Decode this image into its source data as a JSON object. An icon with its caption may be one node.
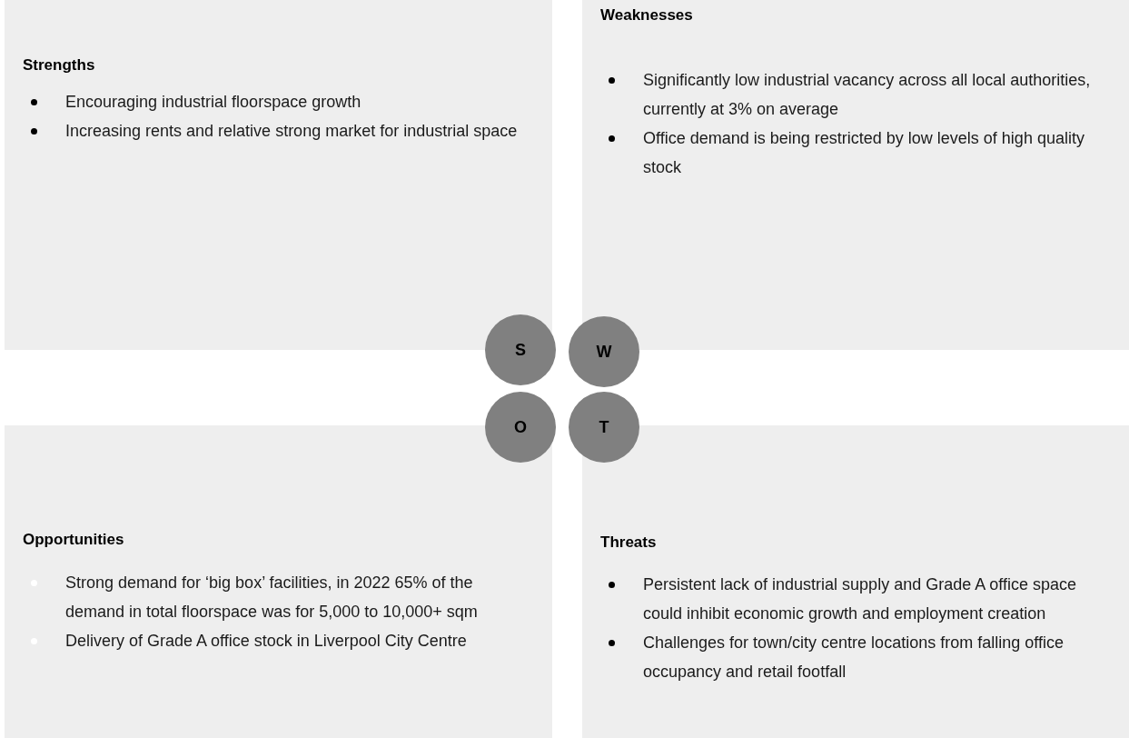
{
  "diagram": {
    "nodes": [
      {
        "text": [
          "Strengths",
          "Encouraging industrial floorspace growth",
          "Increasing rents and relative strong market for industrial space"
        ]
      },
      {
        "text": [
          "Weaknesses",
          "Significantly low industrial vacancy across all local authorities, currently at 3% on average",
          "Office demand is being restricted by low levels of high quality stock"
        ]
      },
      {
        "text": [
          "Opportunities",
          "Strong demand for ‘big box’ facilities, in 2022 65% of the demand in total floorspace was for 5,000 to 10,000+ sqm",
          "Delivery of Grade A office stock in Liverpool City Centre"
        ]
      },
      {
        "text": [
          "Threats",
          "Persistent lack of industrial supply and Grade A office space could inhibit economic growth and employment creation",
          "Challenges for town/city centre locations from falling office occupancy and retail footfall"
        ]
      },
      {
        "text": [
          "S"
        ]
      },
      {
        "text": [
          "W"
        ]
      },
      {
        "text": [
          "O"
        ]
      },
      {
        "text": [
          "T"
        ]
      }
    ]
  }
}
